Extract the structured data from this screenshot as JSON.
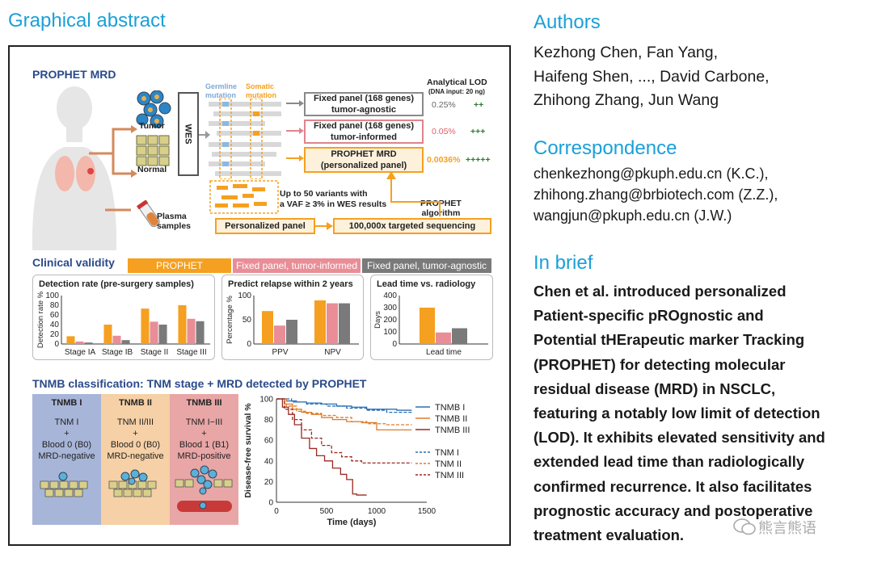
{
  "headings": {
    "graphical_abstract": "Graphical abstract",
    "authors": "Authors",
    "correspondence": "Correspondence",
    "in_brief": "In brief"
  },
  "authors_lines": [
    "Kezhong Chen, Fan Yang,",
    "Haifeng Shen, ..., David Carbone,",
    "Zhihong Zhang, Jun Wang"
  ],
  "correspondence_lines": [
    "chenkezhong@pkuph.edu.cn (K.C.),",
    "zhihong.zhang@brbiotech.com (Z.Z.),",
    "wangjun@pkuph.edu.cn (J.W.)"
  ],
  "in_brief_lines": [
    "Chen et al. introduced personalized",
    "Patient-specific pROgnostic and",
    "Potential tHErapeutic marker Tracking",
    "(PROPHET) for detecting molecular",
    "residual disease (MRD) in NSCLC,",
    "featuring a notably low limit of detection",
    "(LOD). It exhibits elevated sensitivity and",
    "extended lead time than radiologically",
    "confirmed recurrence. It also facilitates",
    "prognostic accuracy and postoperative",
    "treatment evaluation."
  ],
  "watermark": "熊言熊语",
  "prophet_mrd": {
    "title": "PROPHET MRD",
    "tumor": "Tumor",
    "normal": "Normal",
    "wes": "WES",
    "germline": "Germline\nmutation",
    "somatic": "Somatic\nmutation",
    "plasma": "Plasma\nsamples",
    "variants_note": "Up to 50 variants with\na VAF ≥ 3% in WES results",
    "personalized_panel": "Personalized panel",
    "targeted_seq": "100,000x targeted sequencing",
    "algorithm": "PROPHET\nalgorithm",
    "lod_title": "Analytical LOD",
    "lod_sub": "(DNA input: 20 ng)",
    "panels": [
      {
        "label": "Fixed panel (168 genes)\ntumor-agnostic",
        "lod": "0.25%",
        "plus": "++",
        "color": "#8a8a8a"
      },
      {
        "label": "Fixed panel (168 genes)\ntumor-informed",
        "lod": "0.05%",
        "plus": "+++",
        "color": "#e0848c"
      },
      {
        "label": "PROPHET MRD\n(personalized panel)",
        "lod": "0.0036%",
        "plus": "+++++",
        "color": "#f5a020"
      }
    ]
  },
  "clinical": {
    "title": "Clinical validity",
    "headers": [
      "PROPHET",
      "Fixed panel, tumor-informed",
      "Fixed panel, tumor-agnostic"
    ],
    "colors": {
      "prophet": "#f5a020",
      "informed": "#e98d96",
      "agnostic": "#7a7a7a"
    }
  },
  "chart_data": [
    {
      "type": "bar",
      "title": "Detection rate (pre-surgery samples)",
      "ylabel": "Detection rate %",
      "ylim": [
        0,
        100
      ],
      "yticks": [
        "0",
        "20",
        "40",
        "60",
        "80",
        "100"
      ],
      "categories": [
        "Stage IA",
        "Stage IB",
        "Stage II",
        "Stage III"
      ],
      "series": [
        {
          "values": [
            16,
            40,
            73,
            80
          ]
        },
        {
          "values": [
            5,
            17,
            46,
            52
          ]
        },
        {
          "values": [
            3,
            8,
            40,
            47
          ]
        }
      ]
    },
    {
      "type": "bar",
      "title": "Predict relapse within 2 years",
      "ylabel": "Percentage %",
      "ylim": [
        0,
        100
      ],
      "yticks": [
        "0",
        "50",
        "100"
      ],
      "categories": [
        "PPV",
        "NPV"
      ],
      "series": [
        {
          "values": [
            68,
            90
          ]
        },
        {
          "values": [
            38,
            84
          ]
        },
        {
          "values": [
            50,
            84
          ]
        }
      ]
    },
    {
      "type": "bar",
      "title": "Lead time vs. radiology",
      "ylabel": "Days",
      "ylim": [
        0,
        400
      ],
      "yticks": [
        "0",
        "100",
        "200",
        "300",
        "400"
      ],
      "categories": [
        "Lead time"
      ],
      "series": [
        {
          "values": [
            300
          ]
        },
        {
          "values": [
            95
          ]
        },
        {
          "values": [
            130
          ]
        }
      ]
    },
    {
      "type": "line",
      "title": "TNMB classification: TNM stage + MRD detected by PROPHET",
      "xlabel": "Time (days)",
      "ylabel": "Disease-free survival %",
      "xlim": [
        0,
        1500
      ],
      "ylim": [
        0,
        100
      ],
      "xticks": [
        "0",
        "500",
        "1000",
        "1500"
      ],
      "yticks": [
        "0",
        "20",
        "40",
        "60",
        "80",
        "100"
      ],
      "series": [
        {
          "name": "TNMB I",
          "color": "#2a6fb5",
          "dash": false,
          "x": [
            0,
            100,
            200,
            300,
            450,
            600,
            750,
            900,
            1050,
            1200,
            1350
          ],
          "y": [
            100,
            98,
            97,
            96,
            95,
            93,
            92,
            90,
            90,
            89,
            89
          ]
        },
        {
          "name": "TNMB II",
          "color": "#e07b28",
          "dash": false,
          "x": [
            0,
            80,
            160,
            250,
            350,
            450,
            560,
            700,
            850,
            1000,
            1100,
            1350
          ],
          "y": [
            100,
            95,
            90,
            87,
            85,
            82,
            80,
            78,
            77,
            70,
            70,
            70
          ]
        },
        {
          "name": "TNMB III",
          "color": "#9a2a22",
          "dash": false,
          "x": [
            0,
            60,
            120,
            180,
            250,
            330,
            400,
            480,
            560,
            640,
            700,
            760,
            800,
            900
          ],
          "y": [
            100,
            92,
            85,
            75,
            62,
            52,
            45,
            40,
            33,
            27,
            22,
            8,
            7,
            7
          ]
        },
        {
          "name": "TNM I",
          "color": "#2a6fb5",
          "dash": true,
          "x": [
            0,
            150,
            300,
            500,
            700,
            900,
            1100,
            1350
          ],
          "y": [
            100,
            97,
            95,
            93,
            91,
            89,
            87,
            87
          ]
        },
        {
          "name": "TNM II",
          "color": "#e07b28",
          "dash": true,
          "x": [
            0,
            100,
            200,
            300,
            450,
            600,
            750,
            900,
            1100,
            1350
          ],
          "y": [
            100,
            93,
            88,
            86,
            84,
            82,
            78,
            76,
            75,
            75
          ]
        },
        {
          "name": "TNM III",
          "color": "#9a2a22",
          "dash": true,
          "x": [
            0,
            80,
            160,
            250,
            350,
            450,
            550,
            650,
            750,
            850,
            950,
            1100,
            1350
          ],
          "y": [
            100,
            90,
            80,
            70,
            62,
            55,
            48,
            44,
            40,
            38,
            38,
            38,
            38
          ]
        }
      ]
    }
  ],
  "tnmb": {
    "title": "TNMB classification: TNM stage + MRD detected by PROPHET",
    "columns": [
      {
        "name": "TNMB I",
        "line1": "TNM I",
        "line2": "+",
        "line3": "Blood 0 (B0)",
        "line4": "MRD-negative",
        "bg": "#a7b5d8"
      },
      {
        "name": "TNMB II",
        "line1": "TNM II/III",
        "line2": "+",
        "line3": "Blood 0 (B0)",
        "line4": "MRD-negative",
        "bg": "#f6d0a6"
      },
      {
        "name": "TNMB III",
        "line1": "TNM I−III",
        "line2": "+",
        "line3": "Blood 1 (B1)",
        "line4": "MRD-positive",
        "bg": "#e9a6a6"
      }
    ]
  }
}
